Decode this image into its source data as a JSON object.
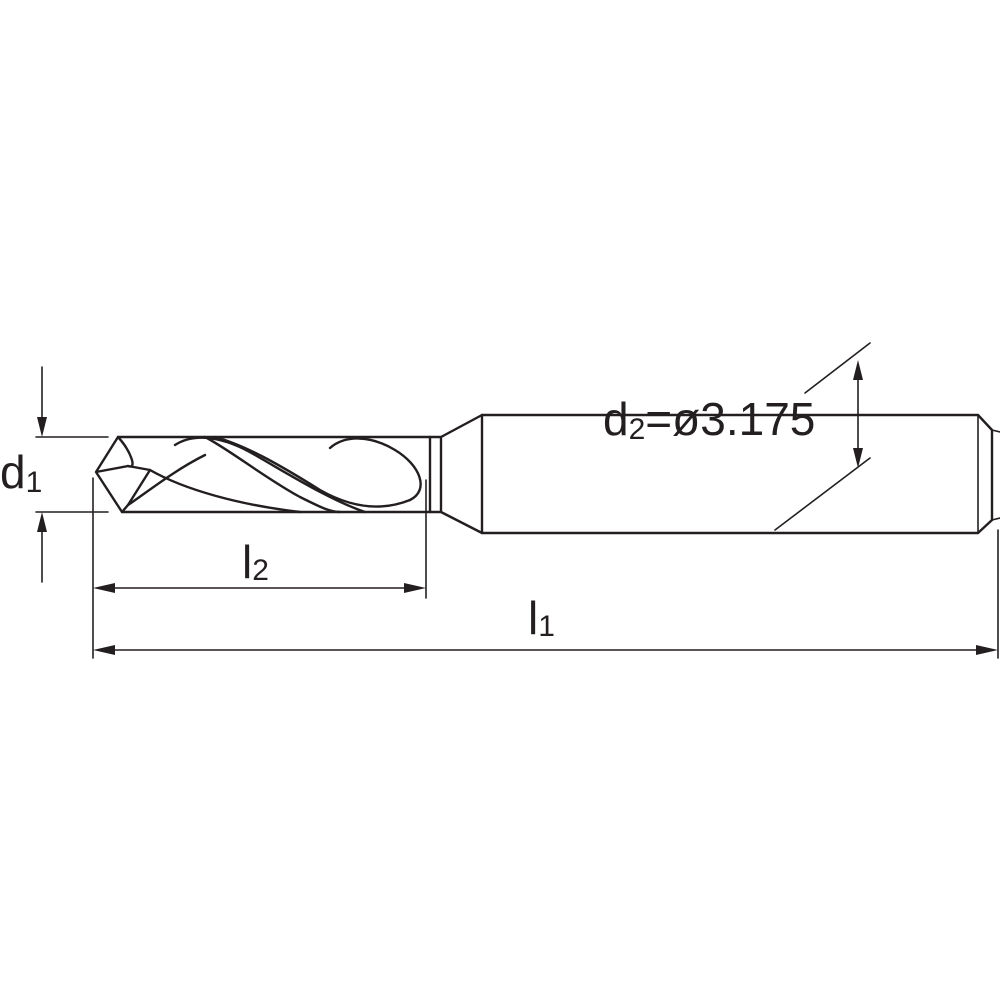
{
  "labels": {
    "d1": {
      "main": "d",
      "sub": "1"
    },
    "d2": {
      "main": "d",
      "sub": "2",
      "value": "=ø3.175"
    },
    "l1": {
      "main": "l",
      "sub": "1"
    },
    "l2": {
      "main": "l",
      "sub": "2"
    }
  },
  "colors": {
    "line": "#231f20",
    "background": "#ffffff"
  }
}
